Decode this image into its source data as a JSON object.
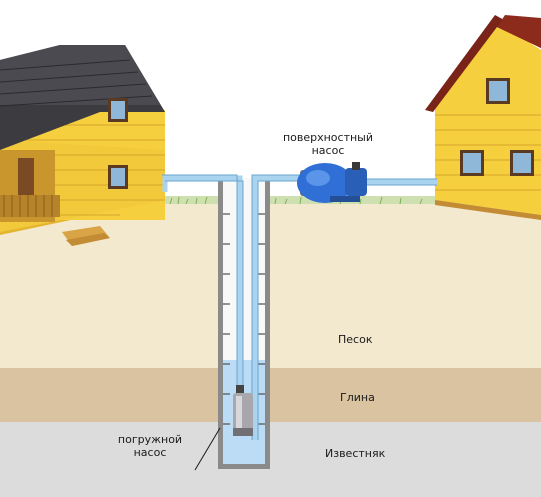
{
  "labels": {
    "surface_pump": "поверхностный\nнасос",
    "submersible_pump": "погружной\nнасос",
    "sand": "Песок",
    "clay": "Глина",
    "limestone": "Известняк"
  },
  "colors": {
    "sky": "#ffffff",
    "sand": "#f3e9cf",
    "clay": "#d9c3a0",
    "limestone": "#dcdcdc",
    "house_wall": "#f6cf3e",
    "house_roof_left": "#3c3c40",
    "house_roof_right": "#7a2318",
    "pipe": "#a9d3ef",
    "pump": "#2f6fd6",
    "water": "#bcdcf5",
    "casing": "#8a8a8a"
  }
}
